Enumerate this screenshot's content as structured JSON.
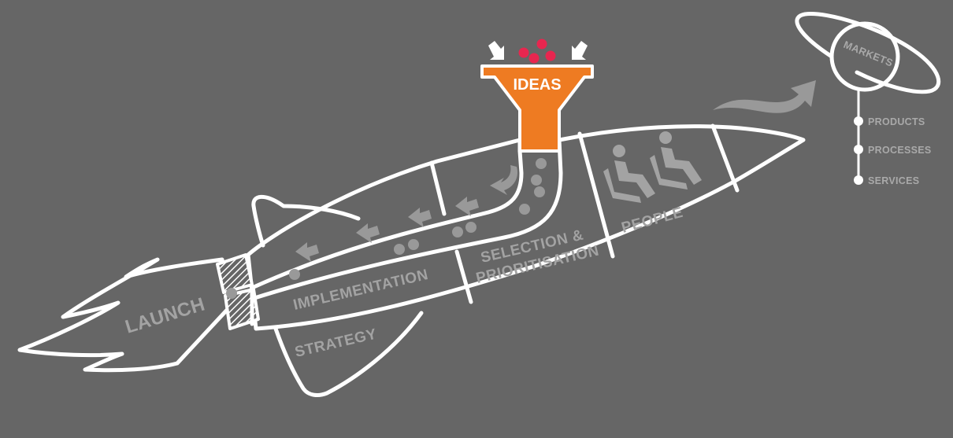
{
  "labels": {
    "ideas": "IDEAS",
    "launch": "LAUNCH",
    "implementation": "IMPLEMENTATION",
    "strategy": "STRATEGY",
    "selection_line1": "SELECTION &",
    "selection_line2": "PRIORITISATION",
    "people": "PEOPLE",
    "markets": "MARKETS"
  },
  "outcomes": [
    "PRODUCTS",
    "PROCESSES",
    "SERVICES"
  ],
  "colors": {
    "background": "#666666",
    "outline": "#ffffff",
    "funnel": "#ee7b22",
    "idea_dots": "#e8264f",
    "label_gray": "#a3a3a3",
    "icon_gray": "#a3a3a3",
    "arrow_gray": "#999999"
  },
  "icons": {
    "people_icon": "seated-person-icon",
    "input_arrows": "arrow-down-icon",
    "flow_arrows": "arrow-left-icon",
    "trajectory": "curved-arrow-icon",
    "planet": "saturn-planet-icon"
  }
}
